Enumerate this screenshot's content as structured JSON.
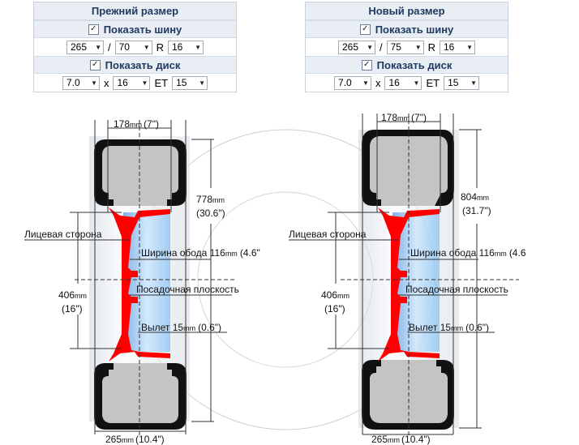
{
  "left_panel": {
    "title": "Прежний размер",
    "show_tire": "Показать шину",
    "tire_width": "265",
    "tire_profile": "70",
    "r_label": "R",
    "tire_diameter": "16",
    "slash": "/",
    "show_rim": "Показать диск",
    "rim_width": "7.0",
    "x_label": "x",
    "rim_diameter": "16",
    "et_label": "ET",
    "rim_et": "15",
    "check": "✓"
  },
  "right_panel": {
    "title": "Новый размер",
    "show_tire": "Показать шину",
    "tire_width": "265",
    "tire_profile": "75",
    "r_label": "R",
    "tire_diameter": "16",
    "slash": "/",
    "show_rim": "Показать диск",
    "rim_width": "7.0",
    "x_label": "x",
    "rim_diameter": "16",
    "et_label": "ET",
    "rim_et": "15",
    "check": "✓"
  },
  "left_diagram": {
    "rim_width_mm": "178",
    "rim_width_in": "(7\")",
    "outer_diameter_mm": "778",
    "outer_diameter_in": "(30.6\")",
    "face_side": "Лицевая сторона",
    "rim_width_label": "Ширина обода 116",
    "rim_width_label_in": "(4.6\"",
    "seat_plane": "Посадочная плоскость",
    "rim_diameter_mm": "406",
    "rim_diameter_in": "(16\")",
    "offset_label": "Вылет 15",
    "offset_in": "(0.6\")",
    "tire_width_mm": "265",
    "tire_width_in": "(10.4\")",
    "unit": "mm"
  },
  "right_diagram": {
    "rim_width_mm": "178",
    "rim_width_in": "(7\")",
    "outer_diameter_mm": "804",
    "outer_diameter_in": "(31.7\")",
    "face_side": "Лицевая сторона",
    "rim_width_label": "Ширина обода  116",
    "rim_width_label_in": "(4.6",
    "seat_plane": "Посадочная плоскость",
    "rim_diameter_mm": "406",
    "rim_diameter_in": "(16\")",
    "offset_label": "Вылет 15",
    "offset_in": "(0.6\")",
    "tire_width_mm": "265",
    "tire_width_in": "(10.4\")",
    "unit": "mm"
  },
  "colors": {
    "panel_header_bg": "#e9eef5",
    "panel_text": "#1f3a60",
    "rim_red": "#ff0000",
    "tire_gray": "#c4c4c4"
  }
}
